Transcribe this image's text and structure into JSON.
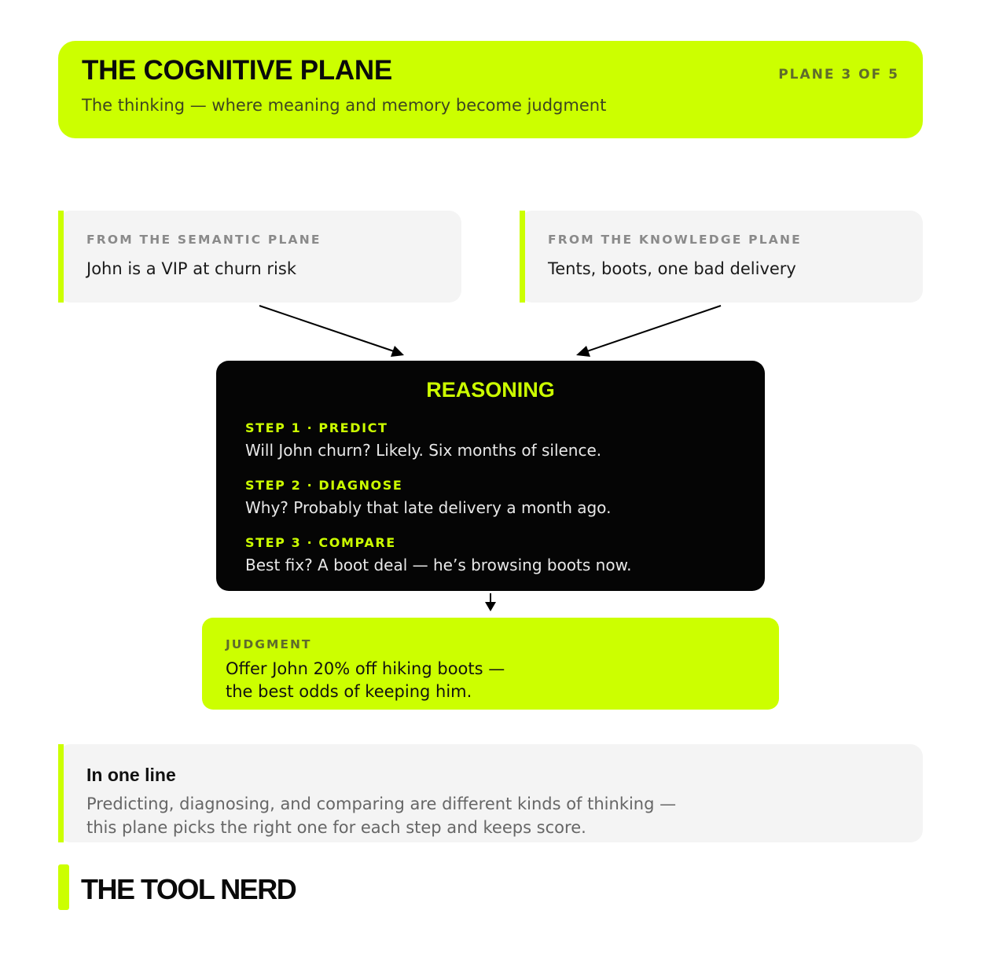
{
  "header": {
    "title": "THE COGNITIVE PLANE",
    "counter": "PLANE 3 OF 5",
    "subtitle": "The thinking — where meaning and memory become judgment"
  },
  "sources": [
    {
      "label": "FROM THE SEMANTIC PLANE",
      "text": "John is a VIP at churn risk"
    },
    {
      "label": "FROM THE KNOWLEDGE PLANE",
      "text": "Tents, boots, one bad delivery"
    }
  ],
  "reasoning": {
    "title": "REASONING",
    "steps": [
      {
        "label": "STEP 1 · PREDICT",
        "text": "Will John churn? Likely. Six months of silence."
      },
      {
        "label": "STEP 2 · DIAGNOSE",
        "text": "Why? Probably that late delivery a month ago."
      },
      {
        "label": "STEP 3 · COMPARE",
        "text": "Best fix? A boot deal — he’s browsing boots now."
      }
    ]
  },
  "judgment": {
    "label": "JUDGMENT",
    "line1": "Offer John 20% off hiking boots —",
    "line2": "the best odds of keeping him."
  },
  "summary": {
    "title": "In one line",
    "line1": "Predicting, diagnosing, and comparing are different kinds of thinking —",
    "line2": "this plane picks the right one for each step and keeps score."
  },
  "brand": {
    "name": "THE TOOL NERD"
  },
  "colors": {
    "accent": "#ccff00",
    "dark": "#050505",
    "card": "#f4f4f4"
  }
}
